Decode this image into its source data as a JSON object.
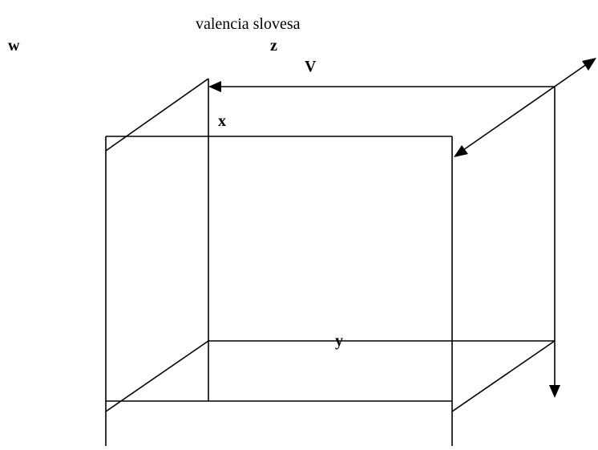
{
  "title": "valencia slovesa",
  "labels": {
    "w": "w",
    "z": "z",
    "V": "V",
    "x": "x",
    "y": "y"
  },
  "colors": {
    "stroke": "#000000",
    "background": "#ffffff"
  }
}
